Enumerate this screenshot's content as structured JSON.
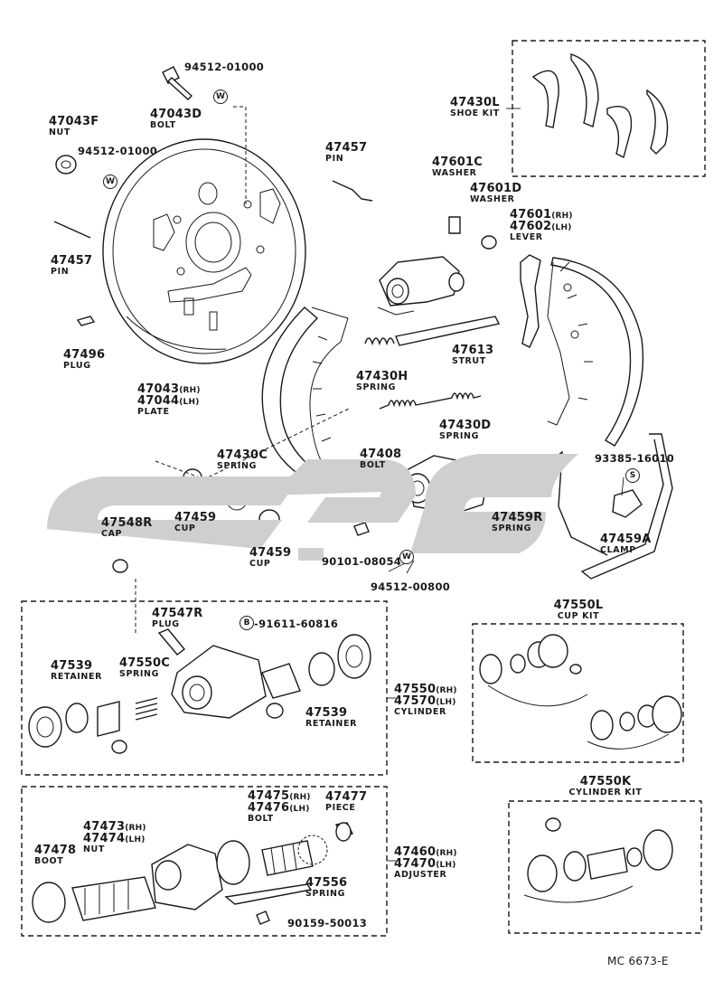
{
  "diagram_ref": "MC 6673-E",
  "parts": {
    "p47043F": {
      "number": "47043F",
      "name": "NUT"
    },
    "p47043D": {
      "number": "47043D",
      "name": "BOLT"
    },
    "p94512a": {
      "code": "94512-01000",
      "symbol": "W"
    },
    "p94512b": {
      "code": "94512-01000",
      "symbol": "W"
    },
    "p47457a": {
      "number": "47457",
      "name": "PIN"
    },
    "p47457b": {
      "number": "47457",
      "name": "PIN"
    },
    "p47496": {
      "number": "47496",
      "name": "PLUG"
    },
    "plate": {
      "number_rh": "47043",
      "number_lh": "47044",
      "rh": "(RH)",
      "lh": "(LH)",
      "name": "PLATE"
    },
    "p47430L": {
      "number": "47430L",
      "name": "SHOE KIT"
    },
    "p47601C": {
      "number": "47601C",
      "name": "WASHER"
    },
    "p47601D": {
      "number": "47601D",
      "name": "WASHER"
    },
    "lever": {
      "number_rh": "47601",
      "number_lh": "47602",
      "rh": "(RH)",
      "lh": "(LH)",
      "name": "LEVER"
    },
    "p47613": {
      "number": "47613",
      "name": "STRUT"
    },
    "p47430H": {
      "number": "47430H",
      "name": "SPRING"
    },
    "p47430D": {
      "number": "47430D",
      "name": "SPRING"
    },
    "p47430C": {
      "number": "47430C",
      "name": "SPRING"
    },
    "p47408": {
      "number": "47408",
      "name": "BOLT"
    },
    "p47459a": {
      "number": "47459",
      "name": "CUP"
    },
    "p47459b": {
      "number": "47459",
      "name": "CUP"
    },
    "p47548R": {
      "number": "47548R",
      "name": "CAP"
    },
    "p90101": {
      "code": "90101-08054"
    },
    "p94512c": {
      "code": "94512-00800",
      "symbol": "W"
    },
    "p93385": {
      "code": "93385-16010",
      "symbol": "S"
    },
    "p47459R": {
      "number": "47459R",
      "name": "SPRING"
    },
    "p47459A": {
      "number": "47459A",
      "name": "CLAMP"
    },
    "p47547R": {
      "number": "47547R",
      "name": "PLUG"
    },
    "p91611": {
      "code": "91611-60816",
      "symbol": "B",
      "dash": "-"
    },
    "p47539a": {
      "number": "47539",
      "name": "RETAINER"
    },
    "p47539b": {
      "number": "47539",
      "name": "RETAINER"
    },
    "p47550C": {
      "number": "47550C",
      "name": "SPRING"
    },
    "cylinder": {
      "number_rh": "47550",
      "number_lh": "47570",
      "rh": "(RH)",
      "lh": "(LH)",
      "name": "CYLINDER"
    },
    "p47550L": {
      "number": "47550L",
      "name": "CUP KIT"
    },
    "p47550K": {
      "number": "47550K",
      "name": "CYLINDER KIT"
    },
    "bolt2": {
      "number_rh": "47475",
      "number_lh": "47476",
      "rh": "(RH)",
      "lh": "(LH)",
      "name": "BOLT"
    },
    "p47477": {
      "number": "47477",
      "name": "PIECE"
    },
    "nut2": {
      "number_rh": "47473",
      "number_lh": "47474",
      "rh": "(RH)",
      "lh": "(LH)",
      "name": "NUT"
    },
    "p47478": {
      "number": "47478",
      "name": "BOOT"
    },
    "adjuster": {
      "number_rh": "47460",
      "number_lh": "47470",
      "rh": "(RH)",
      "lh": "(LH)",
      "name": "ADJUSTER"
    },
    "p47556": {
      "number": "47556",
      "name": "SPRING"
    },
    "p90159": {
      "code": "90159-50013"
    }
  },
  "colors": {
    "ink": "#1a1a1a",
    "watermark": "#cfcfcf"
  }
}
